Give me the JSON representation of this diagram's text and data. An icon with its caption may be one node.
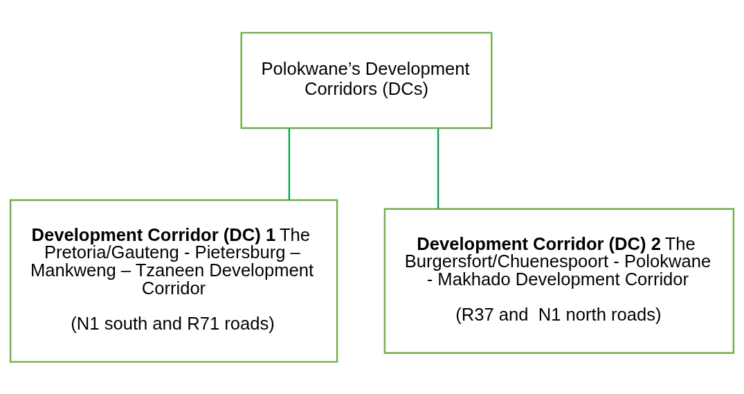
{
  "diagram": {
    "nodes": [
      {
        "text": [
          "Polokwane’s Development Corridors (DCs)"
        ]
      },
      {
        "text": [
          "**Development Corridor (DC) 1** The Pretoria/Gauteng - Pietersburg – Mankweng – Tzaneen Development Corridor",
          "(N1 south and R71 roads)"
        ]
      },
      {
        "text": [
          "**Development Corridor (DC) 2** The Burgersfort/Chuenespoort - Polokwane - Makhado Development Corridor",
          "(R37 and  N1 north roads)"
        ]
      }
    ],
    "edges": [
      {
        "from": 0,
        "to": 1,
        "arrow": "none"
      },
      {
        "from": 0,
        "to": 2,
        "arrow": "none"
      }
    ]
  }
}
